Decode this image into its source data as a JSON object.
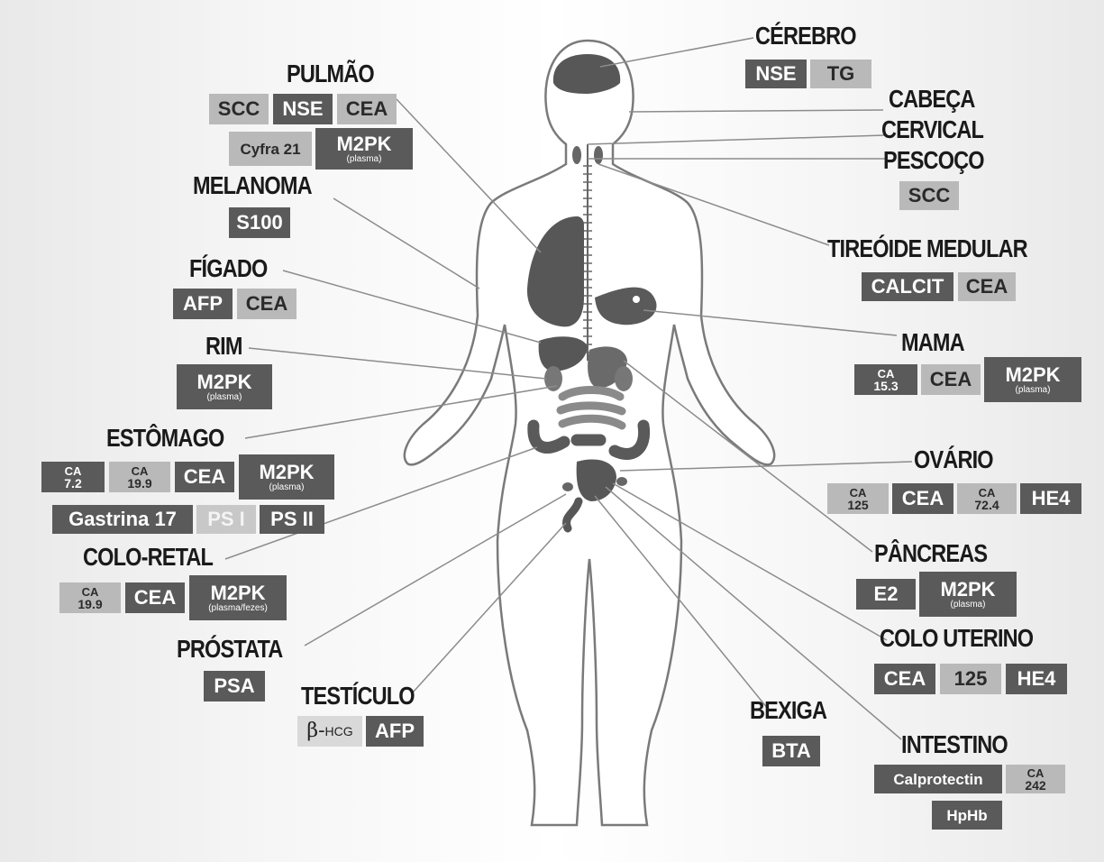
{
  "colors": {
    "dark_tag": "#5a5a5a",
    "light_tag": "#b9b9b9",
    "organ": "#555555",
    "text": "#1a1a1a"
  },
  "organs": {
    "cerebro": {
      "title": "CÉREBRO",
      "tags": [
        "NSE",
        "TG"
      ]
    },
    "pulmao": {
      "title": "PULMÃO",
      "tags": [
        "SCC",
        "NSE",
        "CEA",
        "Cyfra 21"
      ],
      "m2pk": {
        "label": "M2PK",
        "sub": "(plasma)"
      }
    },
    "cabeca": {
      "line1": "CABEÇA",
      "line2": "CERVICAL",
      "line3": "PESCOÇO",
      "tags": [
        "SCC"
      ]
    },
    "melanoma": {
      "title": "MELANOMA",
      "tags": [
        "S100"
      ]
    },
    "tireoide": {
      "title": "TIREÓIDE MEDULAR",
      "tags": [
        "CALCIT",
        "CEA"
      ]
    },
    "figado": {
      "title": "FÍGADO",
      "tags": [
        "AFP",
        "CEA"
      ]
    },
    "rim": {
      "title": "RIM",
      "m2pk": {
        "label": "M2PK",
        "sub": "(plasma)"
      }
    },
    "mama": {
      "title": "MAMA",
      "ca": {
        "a": "CA",
        "b": "15.3"
      },
      "tags": [
        "CEA"
      ],
      "m2pk": {
        "label": "M2PK",
        "sub": "(plasma)"
      }
    },
    "estomago": {
      "title": "ESTÔMAGO",
      "ca1": {
        "a": "CA",
        "b": "7.2"
      },
      "ca2": {
        "a": "CA",
        "b": "19.9"
      },
      "tags": [
        "CEA",
        "Gastrina 17",
        "PS I",
        "PS II"
      ],
      "m2pk": {
        "label": "M2PK",
        "sub": "(plasma)"
      }
    },
    "ovario": {
      "title": "OVÁRIO",
      "ca1": {
        "a": "CA",
        "b": "125"
      },
      "ca2": {
        "a": "CA",
        "b": "72.4"
      },
      "tags": [
        "CEA",
        "HE4"
      ]
    },
    "colo_retal": {
      "title": "COLO-RETAL",
      "ca": {
        "a": "CA",
        "b": "19.9"
      },
      "tags": [
        "CEA"
      ],
      "m2pk": {
        "label": "M2PK",
        "sub": "(plasma/fezes)"
      }
    },
    "pancreas": {
      "title": "PÂNCREAS",
      "tags": [
        "E2"
      ],
      "m2pk": {
        "label": "M2PK",
        "sub": "(plasma)"
      }
    },
    "prostata": {
      "title": "PRÓSTATA",
      "tags": [
        "PSA"
      ]
    },
    "colo_uterino": {
      "title": "COLO UTERINO",
      "tags": [
        "CEA",
        "125",
        "HE4"
      ]
    },
    "testiculo": {
      "title": "TESTÍCULO",
      "beta": "β-",
      "hcg": "HCG",
      "tags": [
        "AFP"
      ]
    },
    "bexiga": {
      "title": "BEXIGA",
      "tags": [
        "BTA"
      ]
    },
    "intestino": {
      "title": "INTESTINO",
      "ca": {
        "a": "CA",
        "b": "242"
      },
      "tags": [
        "Calprotectin",
        "HpHb"
      ]
    }
  }
}
